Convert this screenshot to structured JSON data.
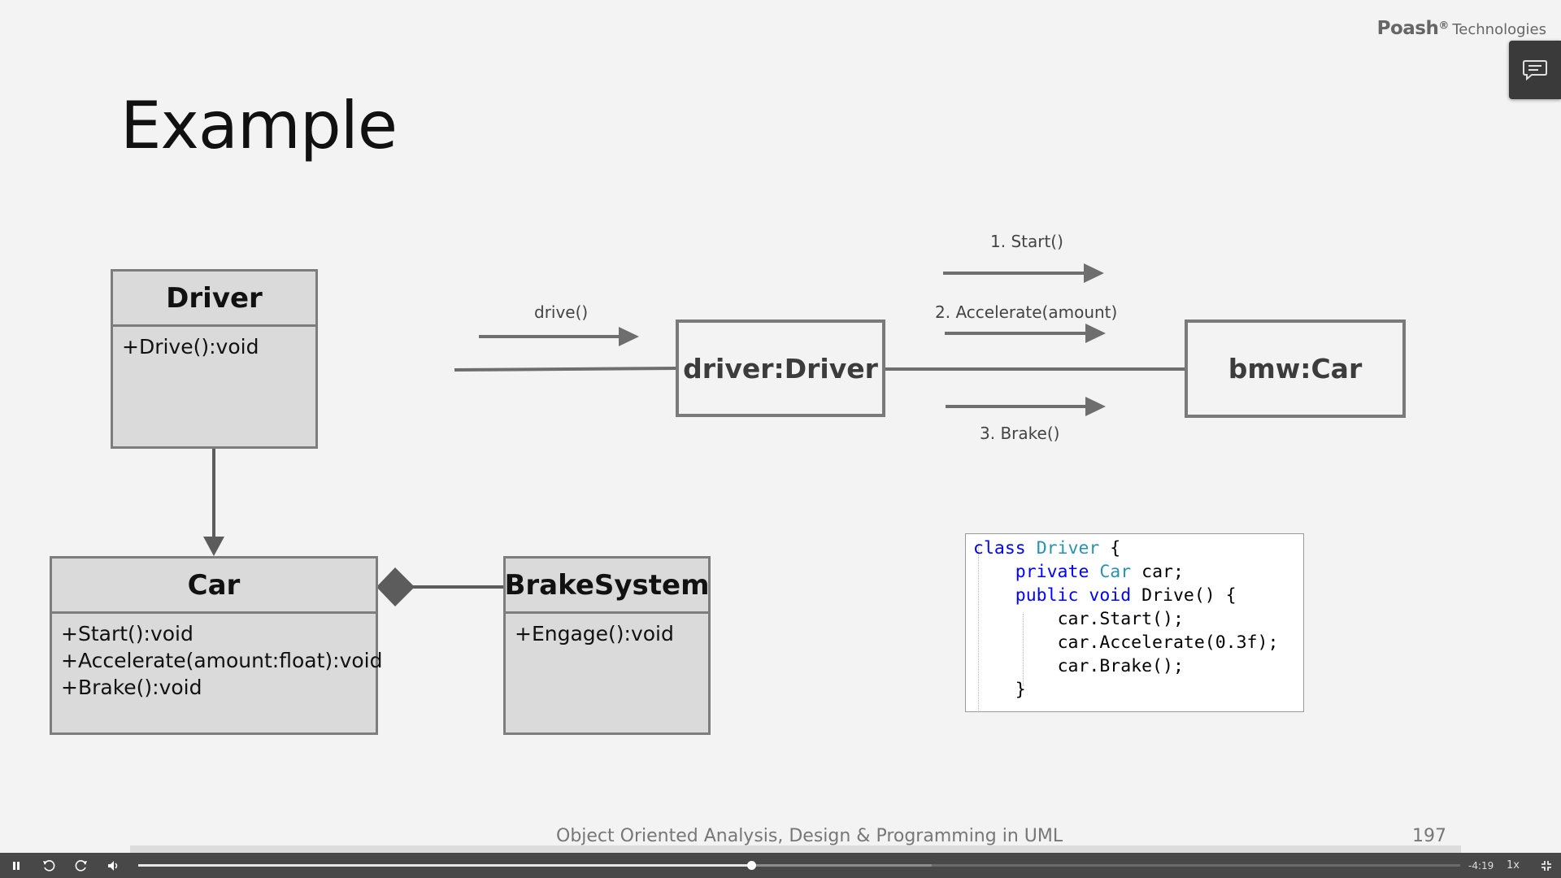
{
  "brand": {
    "name": "Poash",
    "reg": "®",
    "tech": "Technologies"
  },
  "slide": {
    "title": "Example",
    "footer": "Object Oriented Analysis, Design & Programming in UML",
    "page": "197"
  },
  "uml": {
    "driver": {
      "name": "Driver",
      "methods": [
        "+Drive():void"
      ]
    },
    "car": {
      "name": "Car",
      "methods": [
        "+Start():void",
        "+Accelerate(amount:float):void",
        "+Brake():void"
      ]
    },
    "brake": {
      "name": "BrakeSystem",
      "methods": [
        "+Engage():void"
      ]
    }
  },
  "collab": {
    "driver_obj": "driver:Driver",
    "car_obj": "bmw:Car",
    "msg_drive": "drive()",
    "msg_start": "1. Start()",
    "msg_accel": "2. Accelerate(amount)",
    "msg_brake": "3. Brake()"
  },
  "code": {
    "l1_kw": "class",
    "l1_ty": "Driver",
    "l1_rest": " {",
    "l2_kw": "private",
    "l2_ty": "Car",
    "l2_rest": " car;",
    "l3_kw1": "public",
    "l3_kw2": "void",
    "l3_rest": " Drive() {",
    "l4": "car.Start();",
    "l5": "car.Accelerate(0.3f);",
    "l6": "car.Brake();",
    "l7": "}"
  },
  "player": {
    "time": "-4:19",
    "speed": "1x",
    "progress": 0.464,
    "buffered": 0.6
  }
}
